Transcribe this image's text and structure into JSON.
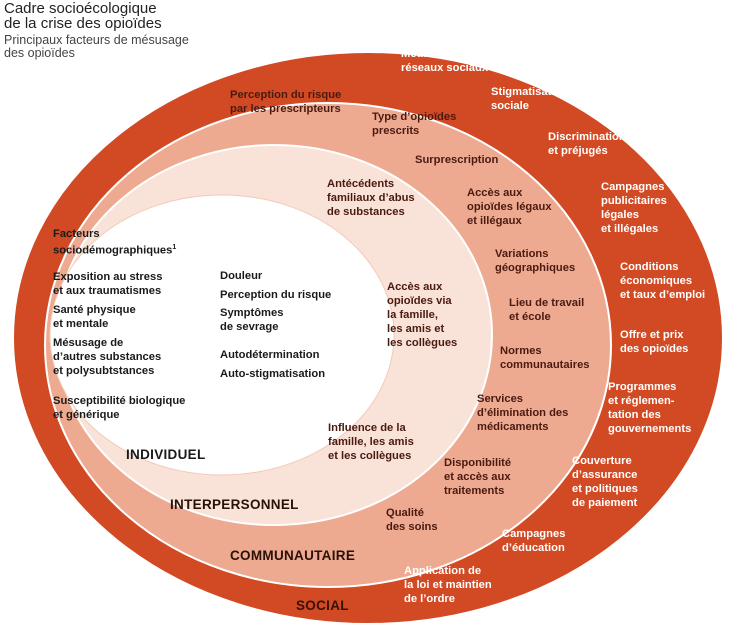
{
  "header": {
    "title_line1": "Cadre socioécologique",
    "title_line2": "de la crise des opioïdes",
    "subtitle_line1": "Principaux facteurs de mésusage",
    "subtitle_line2": "des opioïdes"
  },
  "colors": {
    "social": "#d24a24",
    "communautaire": "#eeaa90",
    "interpersonnel": "#f9e2d8",
    "individuel": "#ffffff",
    "ring_border": "#ffffff"
  },
  "levels": {
    "individuel": "INDIVIDUEL",
    "interpersonnel": "INTERPERSONNEL",
    "communautaire": "COMMUNAUTAIRE",
    "social": "SOCIAL"
  },
  "individuel": {
    "left": [
      [
        "Facteurs",
        "sociodémographiques"
      ],
      [
        "Exposition au stress",
        "et aux traumatismes"
      ],
      [
        "Santé physique",
        "et mentale"
      ],
      [
        "Mésusage de",
        "d’autres substances",
        "et polysubtstances"
      ],
      [
        "Susceptibilité biologique",
        "et générique"
      ]
    ],
    "footnote": "1",
    "right": [
      [
        "Douleur"
      ],
      [
        "Perception du risque"
      ],
      [
        "Symptômes",
        "de sevrage"
      ],
      [
        "Autodétermination"
      ],
      [
        "Auto-stigmatisation"
      ]
    ]
  },
  "interpersonnel": [
    [
      "Antécédents",
      "familiaux d’abus",
      "de substances"
    ],
    [
      "Accès aux",
      "opioïdes via",
      "la famille,",
      "les amis et",
      "les collègues"
    ],
    [
      "Influence de la",
      "famille, les amis",
      "et les collègues"
    ]
  ],
  "communautaire": [
    [
      "Perception du risque",
      "par les prescripteurs"
    ],
    [
      "Type d’opioïdes",
      "prescrits"
    ],
    [
      "Surprescription"
    ],
    [
      "Accès aux",
      "opioïdes légaux",
      "et illégaux"
    ],
    [
      "Variations",
      "géographiques"
    ],
    [
      "Lieu de travail",
      "et école"
    ],
    [
      "Normes",
      "communautaires"
    ],
    [
      "Services",
      "d’élimination des",
      "médicaments"
    ],
    [
      "Disponibilité",
      "et accès aux",
      "traitements"
    ],
    [
      "Qualité",
      "des soins"
    ]
  ],
  "social": [
    [
      "Médias et",
      "réseaux sociaux"
    ],
    [
      "Stigmatisation",
      "sociale"
    ],
    [
      "Discrimination",
      "et préjugés"
    ],
    [
      "Campagnes",
      "publicitaires",
      "légales",
      "et illégales"
    ],
    [
      "Conditions",
      "économiques",
      "et taux d’emploi"
    ],
    [
      "Offre et prix",
      "des opioïdes"
    ],
    [
      "Programmes",
      "et réglemen-",
      "tation des",
      "gouvernements"
    ],
    [
      "Couverture",
      "d’assurance",
      "et politiques",
      "de paiement"
    ],
    [
      "Campagnes",
      "d’éducation"
    ],
    [
      "Application de",
      "la loi et maintien",
      "de l’ordre"
    ]
  ]
}
